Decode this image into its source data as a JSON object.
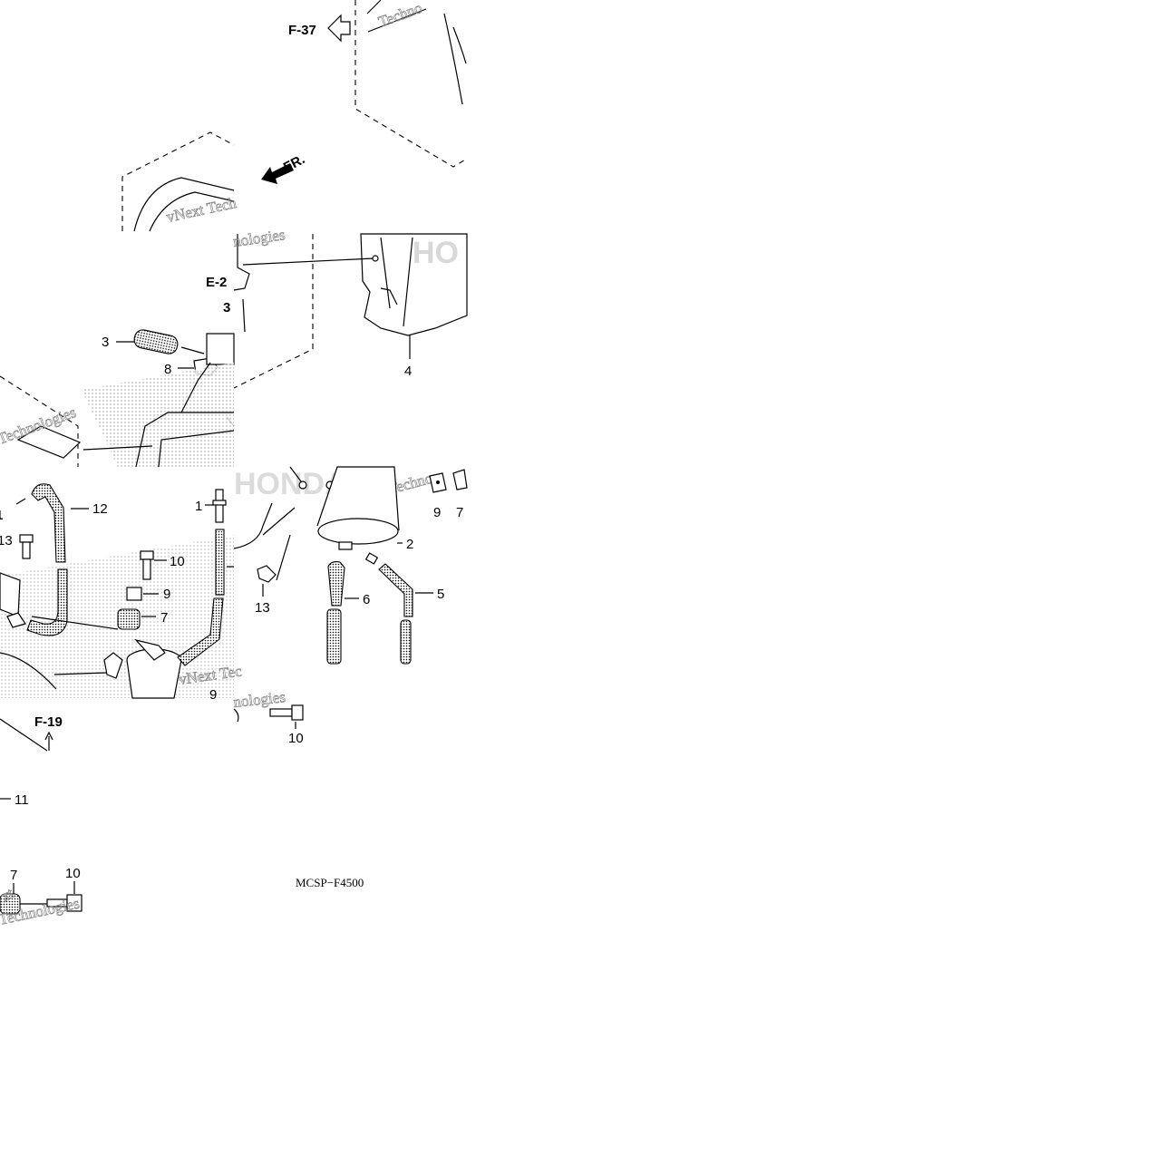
{
  "diagram": {
    "drawing_code": "MCSP−F4500",
    "reference_labels": {
      "f37": "F-37",
      "fr": "FR.",
      "e2": "E-2",
      "f19": "F-19"
    },
    "part_callouts": {
      "c1": "1",
      "c2": "2",
      "c3": "3",
      "c4": "4",
      "c5": "5",
      "c6": "6",
      "c7a": "7",
      "c7b": "7",
      "c7c": "7",
      "c8": "8",
      "c9a": "9",
      "c9b": "9",
      "c9c": "9",
      "c10a": "10",
      "c10b": "10",
      "c10c": "10",
      "c11a": "1",
      "c11b": "11",
      "c12": "12",
      "c13a": "13",
      "c13b": "13",
      "c13c": "3"
    },
    "watermarks": {
      "w1": "Techno",
      "w2": "vNext Tech",
      "w3": "nologies",
      "w4": "Technologies",
      "w5": "Techno",
      "w6": "vNext Tec",
      "w7": "nologies",
      "w8": "xt",
      "w9": "Technologies",
      "w10": "HO",
      "w11": "HONDA"
    }
  }
}
